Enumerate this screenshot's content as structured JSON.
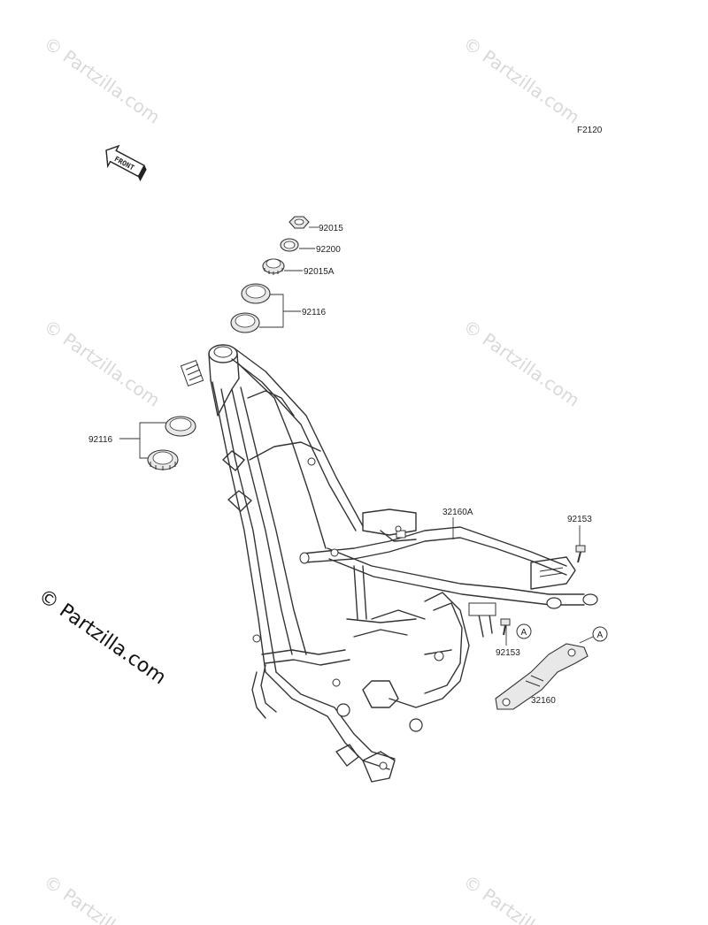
{
  "diagram": {
    "code": "F2120",
    "front_label": "FRONT",
    "watermark": "© Partzilla.com",
    "parts": {
      "p92015": "92015",
      "p92200": "92200",
      "p92015A": "92015A",
      "p92116_top": "92116",
      "p92116_left": "92116",
      "p32160A": "32160A",
      "p92153_right": "92153",
      "p92153_mid": "92153",
      "p32160": "32160"
    },
    "callout_marks": {
      "a1": "A",
      "a2": "A"
    }
  }
}
